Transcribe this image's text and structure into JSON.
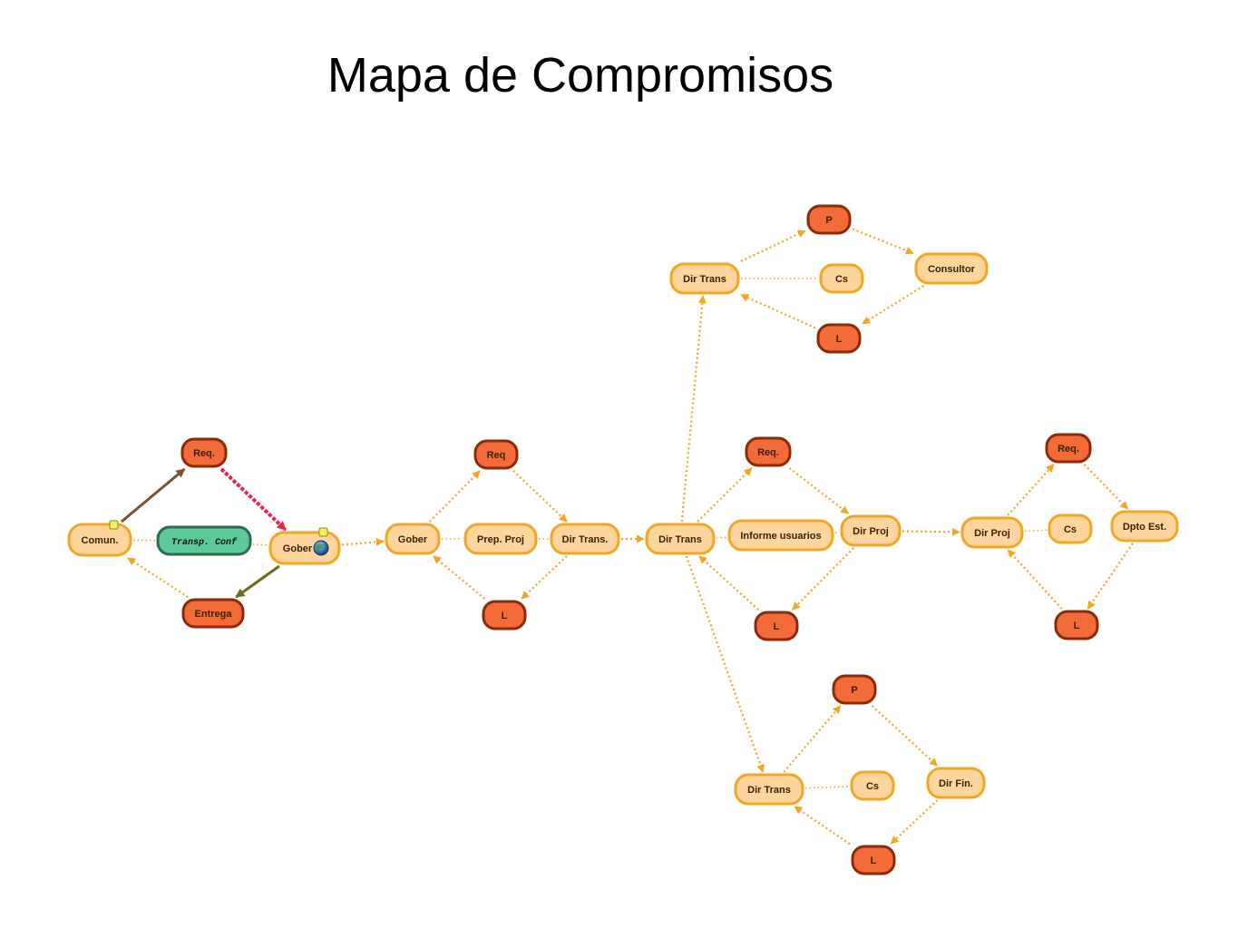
{
  "title": "Mapa de Compromisos",
  "colors": {
    "red_fill": "#f26b38",
    "red_stroke": "#8b2a0a",
    "light_fill": "#fed59c",
    "light_stroke": "#f2a623",
    "green_fill": "#5dc99a",
    "green_stroke": "#2e6b4e",
    "edge": "#f2a623",
    "edge_brown": "#7a5427",
    "edge_olive": "#6b6a1e",
    "edge_red": "#e8234a"
  },
  "nodes": [
    {
      "id": "comun",
      "label": "Comun.",
      "style": "light"
    },
    {
      "id": "req1",
      "label": "Req.",
      "style": "red"
    },
    {
      "id": "transp",
      "label": "Transp. Conf",
      "style": "green"
    },
    {
      "id": "entrega",
      "label": "Entrega",
      "style": "red"
    },
    {
      "id": "gober1",
      "label": "Gober",
      "style": "light",
      "icon": "globe-icon"
    },
    {
      "id": "gober2",
      "label": "Gober",
      "style": "light"
    },
    {
      "id": "req2",
      "label": "Req",
      "style": "red"
    },
    {
      "id": "prep",
      "label": "Prep. Proj",
      "style": "light"
    },
    {
      "id": "l2",
      "label": "L",
      "style": "red"
    },
    {
      "id": "dirtrans1",
      "label": "Dir Trans.",
      "style": "light"
    },
    {
      "id": "dirtrans_hub",
      "label": "Dir Trans",
      "style": "light"
    },
    {
      "id": "dirtrans_top",
      "label": "Dir Trans",
      "style": "light"
    },
    {
      "id": "p_top",
      "label": "P",
      "style": "red"
    },
    {
      "id": "cs_top",
      "label": "Cs",
      "style": "light"
    },
    {
      "id": "consultor",
      "label": "Consultor",
      "style": "light"
    },
    {
      "id": "l_top",
      "label": "L",
      "style": "red"
    },
    {
      "id": "req3",
      "label": "Req.",
      "style": "red"
    },
    {
      "id": "informe",
      "label": "Informe usuarios",
      "style": "light"
    },
    {
      "id": "dirproj1",
      "label": "Dir Proj",
      "style": "light"
    },
    {
      "id": "l3",
      "label": "L",
      "style": "red"
    },
    {
      "id": "dirproj2",
      "label": "Dir Proj",
      "style": "light"
    },
    {
      "id": "req4",
      "label": "Req.",
      "style": "red"
    },
    {
      "id": "cs4",
      "label": "Cs",
      "style": "light"
    },
    {
      "id": "dpto",
      "label": "Dpto Est.",
      "style": "light"
    },
    {
      "id": "l4",
      "label": "L",
      "style": "red"
    },
    {
      "id": "dirtrans_bot",
      "label": "Dir Trans",
      "style": "light"
    },
    {
      "id": "p_bot",
      "label": "P",
      "style": "red"
    },
    {
      "id": "cs_bot",
      "label": "Cs",
      "style": "light"
    },
    {
      "id": "dirfin",
      "label": "Dir Fin.",
      "style": "light"
    },
    {
      "id": "l_bot",
      "label": "L",
      "style": "red"
    }
  ],
  "edges": [
    {
      "from": "comun",
      "to": "req1",
      "kind": "brown"
    },
    {
      "from": "req1",
      "to": "gober1",
      "kind": "red"
    },
    {
      "from": "gober1",
      "to": "entrega",
      "kind": "olive"
    },
    {
      "from": "entrega",
      "to": "comun",
      "kind": "dotted"
    },
    {
      "from": "comun",
      "to": "transp",
      "kind": "plain"
    },
    {
      "from": "transp",
      "to": "gober1",
      "kind": "plain"
    },
    {
      "from": "gober1",
      "to": "gober2",
      "kind": "dotted"
    },
    {
      "from": "gober2",
      "to": "req2",
      "kind": "dotted"
    },
    {
      "from": "req2",
      "to": "dirtrans1",
      "kind": "dotted"
    },
    {
      "from": "dirtrans1",
      "to": "l2",
      "kind": "dotted"
    },
    {
      "from": "l2",
      "to": "gober2",
      "kind": "dotted"
    },
    {
      "from": "gober2",
      "to": "prep",
      "kind": "plain"
    },
    {
      "from": "prep",
      "to": "dirtrans1",
      "kind": "plain"
    },
    {
      "from": "dirtrans1",
      "to": "dirtrans_hub",
      "kind": "dotted"
    },
    {
      "from": "dirtrans_hub",
      "to": "dirtrans_top",
      "kind": "dotted"
    },
    {
      "from": "dirtrans_top",
      "to": "p_top",
      "kind": "dotted"
    },
    {
      "from": "p_top",
      "to": "consultor",
      "kind": "dotted"
    },
    {
      "from": "consultor",
      "to": "l_top",
      "kind": "dotted"
    },
    {
      "from": "l_top",
      "to": "dirtrans_top",
      "kind": "dotted"
    },
    {
      "from": "dirtrans_top",
      "to": "cs_top",
      "kind": "plain"
    },
    {
      "from": "dirtrans_hub",
      "to": "req3",
      "kind": "dotted"
    },
    {
      "from": "req3",
      "to": "dirproj1",
      "kind": "dotted"
    },
    {
      "from": "dirproj1",
      "to": "l3",
      "kind": "dotted"
    },
    {
      "from": "l3",
      "to": "dirtrans_hub",
      "kind": "dotted"
    },
    {
      "from": "dirtrans_hub",
      "to": "informe",
      "kind": "plain"
    },
    {
      "from": "informe",
      "to": "dirproj1",
      "kind": "plain"
    },
    {
      "from": "dirproj1",
      "to": "dirproj2",
      "kind": "dotted"
    },
    {
      "from": "dirproj2",
      "to": "req4",
      "kind": "dotted"
    },
    {
      "from": "req4",
      "to": "dpto",
      "kind": "dotted"
    },
    {
      "from": "dpto",
      "to": "l4",
      "kind": "dotted"
    },
    {
      "from": "l4",
      "to": "dirproj2",
      "kind": "dotted"
    },
    {
      "from": "dirproj2",
      "to": "cs4",
      "kind": "plain"
    },
    {
      "from": "dirtrans_hub",
      "to": "dirtrans_bot",
      "kind": "dotted"
    },
    {
      "from": "dirtrans_bot",
      "to": "p_bot",
      "kind": "dotted"
    },
    {
      "from": "p_bot",
      "to": "dirfin",
      "kind": "dotted"
    },
    {
      "from": "dirfin",
      "to": "l_bot",
      "kind": "dotted"
    },
    {
      "from": "l_bot",
      "to": "dirtrans_bot",
      "kind": "dotted"
    },
    {
      "from": "dirtrans_bot",
      "to": "cs_bot",
      "kind": "plain"
    }
  ]
}
